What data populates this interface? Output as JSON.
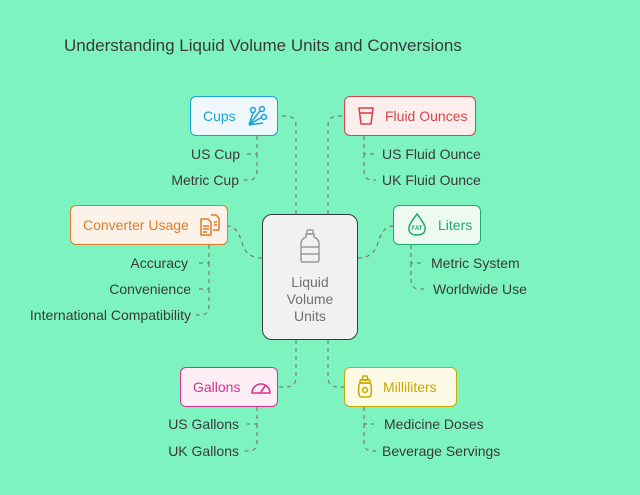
{
  "title": "Understanding Liquid Volume Units and Conversions",
  "center": {
    "label": "Liquid\nVolume\nUnits",
    "icon": "bottle-icon"
  },
  "nodes": {
    "cups": {
      "label": "Cups",
      "icon": "sparkle-icon",
      "color": "#1aa3d6",
      "fill": "#eef8fd",
      "children": [
        "US Cup",
        "Metric Cup"
      ]
    },
    "fluid_ounces": {
      "label": "Fluid Ounces",
      "icon": "cup-icon",
      "color": "#d9434b",
      "fill": "#fdeeee",
      "children": [
        "US Fluid Ounce",
        "UK Fluid Ounce"
      ]
    },
    "converter_usage": {
      "label": "Converter Usage",
      "icon": "document-convert-icon",
      "color": "#e07b28",
      "fill": "#fdf2e8",
      "children": [
        "Accuracy",
        "Convenience",
        "International Compatibility"
      ]
    },
    "liters": {
      "label": "Liters",
      "icon": "fat-drop-icon",
      "color": "#22a86c",
      "fill": "#ecfaf2",
      "children": [
        "Metric System",
        "Worldwide Use"
      ]
    },
    "gallons": {
      "label": "Gallons",
      "icon": "gauge-icon",
      "color": "#d6338f",
      "fill": "#fdeef6",
      "children": [
        "US Gallons",
        "UK Gallons"
      ]
    },
    "milliliters": {
      "label": "Milliliters",
      "icon": "baby-bottle-icon",
      "color": "#c9a800",
      "fill": "#fdfae6",
      "children": [
        "Medicine Doses",
        "Beverage Servings"
      ]
    }
  }
}
